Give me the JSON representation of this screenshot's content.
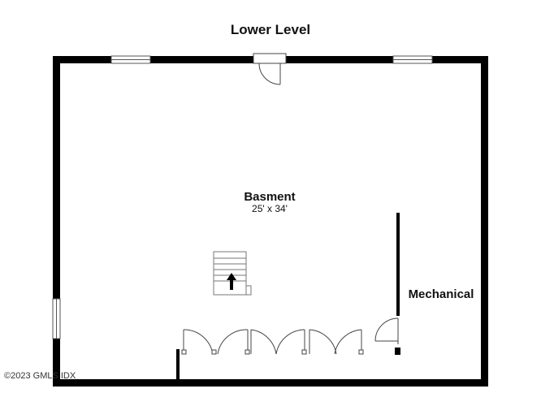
{
  "floor_title": "Lower Level",
  "rooms": {
    "basement": {
      "name": "Basment",
      "dimensions": "25' x 34'"
    },
    "mechanical": {
      "name": "Mechanical"
    }
  },
  "copyright": "©2023 GMLS IDX",
  "colors": {
    "wall": "#000000",
    "line": "#444444",
    "background": "#ffffff"
  }
}
